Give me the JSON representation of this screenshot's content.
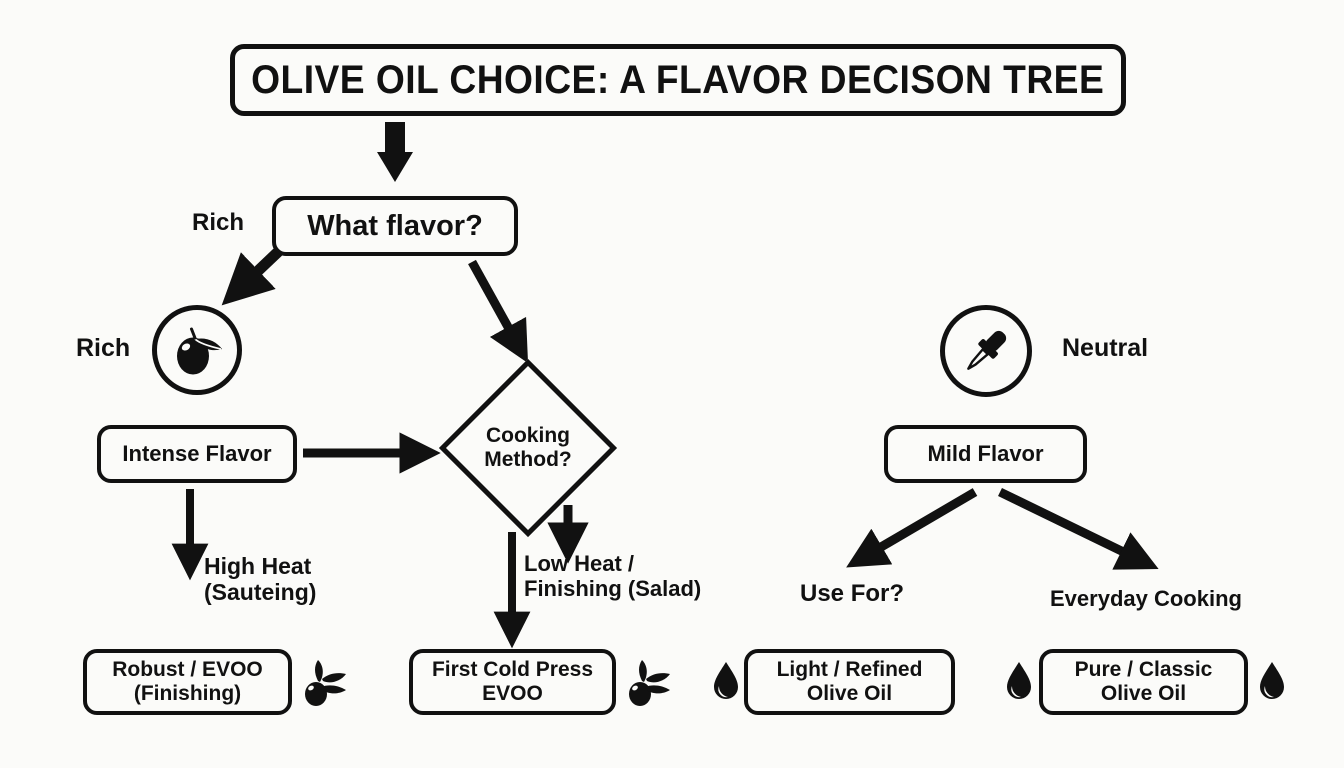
{
  "diagram": {
    "title": "OLIVE OIL CHOICE: A FLAVOR DECISON TREE",
    "background_color": "#fbfbf9",
    "stroke_color": "#111111",
    "type": "flowchart",
    "nodes": {
      "question_flavor": "What flavor?",
      "decision_cooking_method": "Cooking\nMethod?",
      "box_intense": "Intense Flavor",
      "box_mild": "Mild Flavor",
      "out_robust": "Robust / EVOO\n(Finishing)",
      "out_first_cold_press": "First Cold Press\nEVOO",
      "out_light_refined": "Light / Refined\nOlive Oil",
      "out_pure_classic": "Pure / Classic\nOlive Oil"
    },
    "edge_labels": {
      "rich_top": "Rich",
      "rich_left": "Rich",
      "neutral": "Neutral",
      "high_heat": "High Heat\n(Sauteing)",
      "low_heat": "Low Heat /\nFinishing (Salad)",
      "use_for": "Use For?",
      "everyday": "Everyday Cooking"
    },
    "icons": {
      "olive_circle": "olive-with-leaf-icon",
      "dropper_circle": "dropper-pipette-icon",
      "olive_branch_left": "olive-branch-icon",
      "olive_branch_mid": "olive-branch-icon",
      "droplet_light": "oil-droplet-icon",
      "droplet_pure_left": "oil-droplet-icon",
      "droplet_pure_right": "oil-droplet-icon"
    }
  }
}
